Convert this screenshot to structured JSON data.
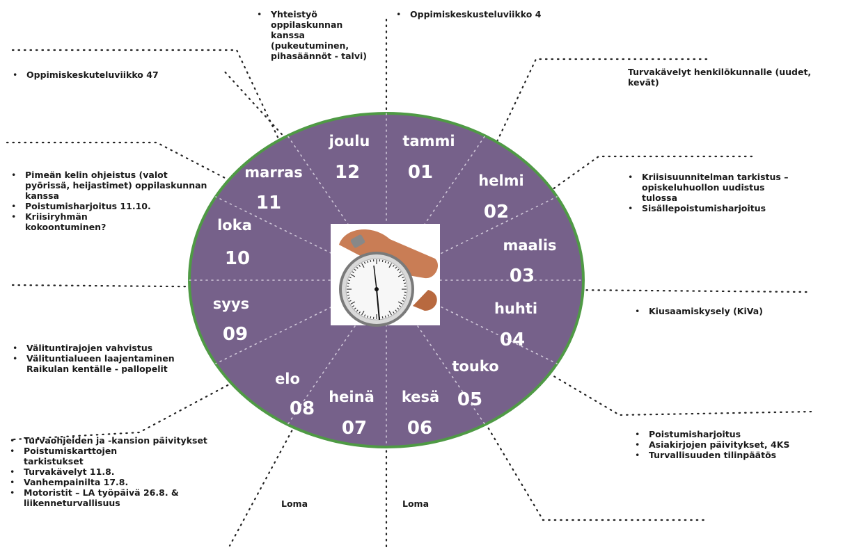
{
  "wheel": {
    "ring_color": "#4f9a45",
    "fill_color": "#76618a",
    "label_color": "#ffffff",
    "center_image": "stopwatch-photo",
    "months": [
      {
        "name": "tammi",
        "number": "01"
      },
      {
        "name": "helmi",
        "number": "02"
      },
      {
        "name": "maalis",
        "number": "03"
      },
      {
        "name": "huhti",
        "number": "04"
      },
      {
        "name": "touko",
        "number": "05"
      },
      {
        "name": "kesä",
        "number": "06"
      },
      {
        "name": "heinä",
        "number": "07"
      },
      {
        "name": "elo",
        "number": "08"
      },
      {
        "name": "syys",
        "number": "09"
      },
      {
        "name": "loka",
        "number": "10"
      },
      {
        "name": "marras",
        "number": "11"
      },
      {
        "name": "joulu",
        "number": "12"
      }
    ]
  },
  "notes": {
    "top_center_left": [
      "Yhteistyö oppilaskunnan kanssa (pukeutuminen, pihasäännöt - talvi)"
    ],
    "top_center_right": [
      "Oppimiskeskusteluviikko 4"
    ],
    "top_left": [
      "Oppimiskeskuteluviikko 47"
    ],
    "top_right": [
      "Turvakävelyt henkilökunnalle (uudet, kevät)"
    ],
    "mid_left": [
      "Pimeän kelin ohjeistus (valot pyörissä, heijastimet) oppilaskunnan kanssa",
      "Poistumisharjoitus 11.10.",
      "Kriisiryhmän kokoontuminen?"
    ],
    "mid_right": [
      "Kriisisuunnitelman tarkistus – opiskeluhuollon uudistus tulossa",
      "Sisällepoistumisharjoitus"
    ],
    "center_right": [
      "Kiusaamiskysely (KiVa)"
    ],
    "lower_left": [
      "Välituntirajojen vahvistus",
      "Välituntialueen laajentaminen Raikulan kentälle - pallopelit"
    ],
    "lower_right": [
      "Poistumisharjoitus",
      "Asiakirjojen päivitykset, 4KS",
      "Turvallisuuden tilinpäätös"
    ],
    "bottom_left": [
      "Turvaohjeiden ja -kansion päivitykset",
      "Poistumiskarttojen tarkistukset",
      "Turvakävelyt 11.8.",
      "Vanhempainilta 17.8.",
      "Motoristit – LA työpäivä 26.8. & liikenneturvallisuus"
    ],
    "bottom_left_center": "Loma",
    "bottom_right_center": "Loma"
  }
}
